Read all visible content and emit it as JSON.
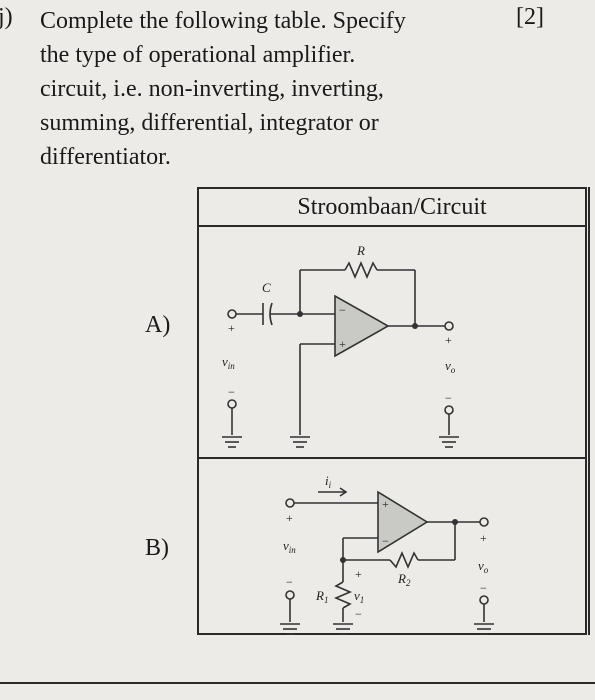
{
  "question": {
    "label": "j)",
    "lines": [
      "Complete the following table. Specify",
      "the type of operational amplifier.",
      "circuit, i.e. non-inverting, inverting,",
      "summing, differential, integrator or",
      "differentiator."
    ],
    "marks": "[2]"
  },
  "table": {
    "header": "Stroombaan/Circuit",
    "rows": [
      {
        "label": "A)",
        "components": {
          "resistor": "R",
          "capacitor": "C",
          "input_voltage": "v",
          "input_sub": "in",
          "output_voltage": "v",
          "output_sub": "o"
        }
      },
      {
        "label": "B)",
        "components": {
          "current": "i",
          "current_sub": "i",
          "input_voltage": "v",
          "input_sub": "in",
          "resistor1": "R",
          "resistor1_sub": "1",
          "resistor2": "R",
          "resistor2_sub": "2",
          "v1": "v",
          "v1_sub": "1",
          "output_voltage": "v",
          "output_sub": "o"
        }
      }
    ]
  },
  "symbols": {
    "plus": "+",
    "minus": "−"
  }
}
